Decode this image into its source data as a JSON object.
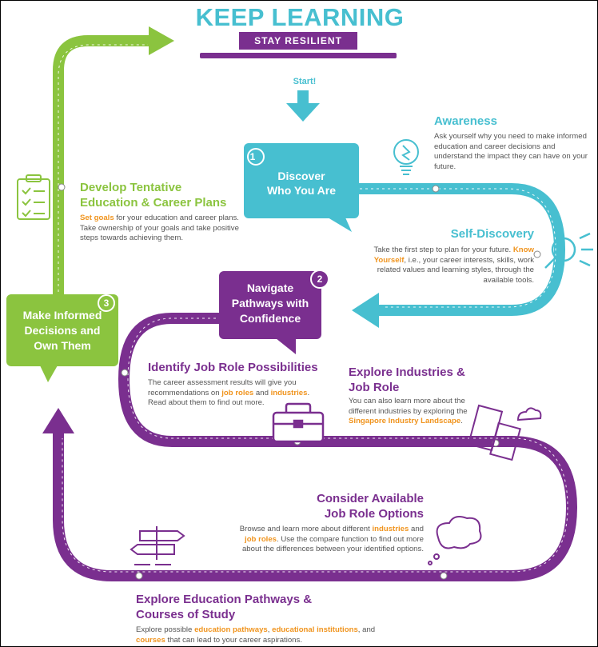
{
  "header": {
    "title": "KEEP LEARNING",
    "subtitle": "STAY RESILIENT",
    "start": "Start!"
  },
  "stages": [
    {
      "number": "1",
      "label_line1": "Discover",
      "label_line2": "Who You Are"
    },
    {
      "number": "2",
      "label_line1": "Navigate",
      "label_line2": "Pathways with",
      "label_line3": "Confidence"
    },
    {
      "number": "3",
      "label_line1": "Make Informed",
      "label_line2": "Decisions and",
      "label_line3": "Own Them"
    }
  ],
  "awareness": {
    "title": "Awareness",
    "text": "Ask yourself why you need to make informed education and career decisions and understand the impact they can have on your future."
  },
  "self_discovery": {
    "title": "Self-Discovery",
    "text_before": "Take the first step to plan for your future.",
    "highlight": "Know Yourself",
    "text_after": ", i.e., your career interests, skills, work related values and learning styles, through the available tools."
  },
  "job_role_possibilities": {
    "title": "Identify Job Role Possibilities",
    "text1": "The career assessment results will give you recommendations on ",
    "hl1": "job roles",
    "text2": " and ",
    "hl2": "industries",
    "text3": ". Read about them to find out more."
  },
  "explore_industries": {
    "title_line1": "Explore Industries &",
    "title_line2": "Job Role",
    "text1": "You can also learn more about the different industries by exploring the ",
    "hl1": "Singapore Industry Landscape",
    "text2": "."
  },
  "consider_options": {
    "title_line1": "Consider Available",
    "title_line2": "Job Role Options",
    "text1": "Browse and learn more about different ",
    "hl1": "industries",
    "text2": " and ",
    "hl2": "job roles",
    "text3": ". Use the compare function to find out more about the differences between your identified options."
  },
  "explore_education": {
    "title_line1": "Explore Education Pathways &",
    "title_line2": "Courses of Study",
    "text1": "Explore possible ",
    "hl1": "education pathways",
    "text2": ", ",
    "hl2": "educational institutions",
    "text3": ", and ",
    "hl3": "courses",
    "text4": " that can lead to your career aspirations."
  },
  "tentative_plans": {
    "title_line1": "Develop Tentative",
    "title_line2": "Education & Career Plans",
    "hl1": "Set goals",
    "text1": " for your education and career plans. Take ownership of your goals and take positive steps towards achieving them."
  },
  "colors": {
    "teal": "#47bfd0",
    "purple": "#7a2f8f",
    "green": "#8bc43f",
    "orange": "#f0941e"
  }
}
